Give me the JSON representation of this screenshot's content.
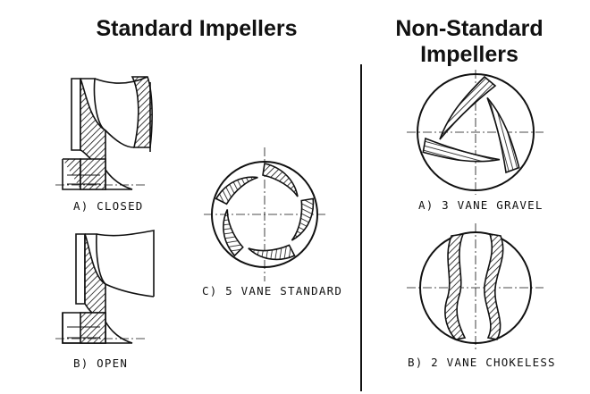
{
  "headings": {
    "standard": "Standard Impellers",
    "non_standard_line1": "Non-Standard",
    "non_standard_line2": "Impellers"
  },
  "labels": {
    "closed": "A) CLOSED",
    "open": "B) OPEN",
    "five_vane": "C) 5 VANE STANDARD",
    "three_vane": "A) 3 VANE GRAVEL",
    "two_vane": "B) 2 VANE CHOKELESS"
  }
}
